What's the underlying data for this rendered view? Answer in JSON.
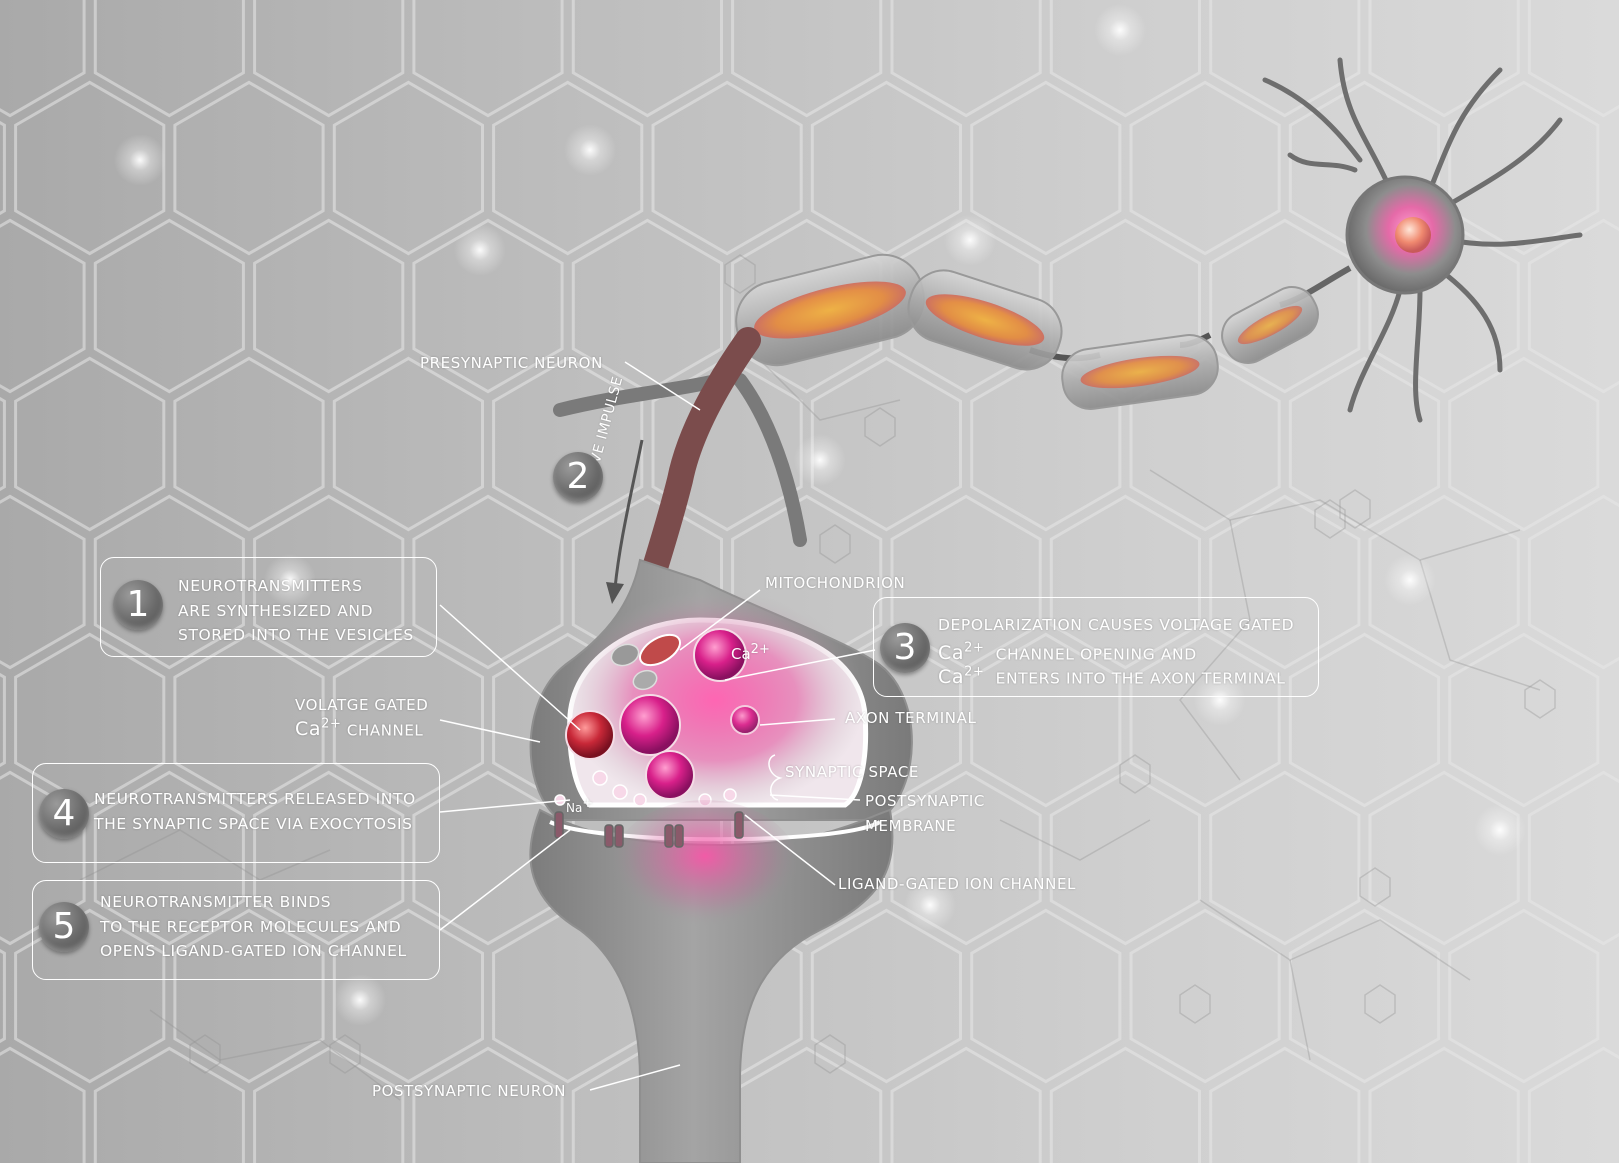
{
  "labels": {
    "presynaptic_neuron": "PRESYNAPTIC NEURON",
    "nerve_impulse": "NERVE IMPULSE",
    "mitochondrion": "MITOCHONDRION",
    "axon_terminal": "AXON TERMINAL",
    "voltage_gated_line1": "VOLATGE GATED",
    "voltage_gated_ca": "Ca",
    "voltage_gated_ca_sup": "2+",
    "voltage_gated_line2": "CHANNEL",
    "synaptic_space": "SYNAPTIC SPACE",
    "postsynaptic_membrane_line1": "POSTSYNAPTIC",
    "postsynaptic_membrane_line2": "MEMBRANE",
    "ligand_gated_ion_channel": "LIGAND-GATED ION CHANNEL",
    "postsynaptic_neuron": "POSTSYNAPTIC NEURON",
    "ca_terminal": "Ca",
    "ca_terminal_sup": "2+",
    "na": "Na",
    "na_sup": "+"
  },
  "steps": [
    {
      "number": "1",
      "lines": [
        "NEUROTRANSMITTERS",
        "ARE SYNTHESIZED AND",
        "STORED INTO THE VESICLES"
      ]
    },
    {
      "number": "2"
    },
    {
      "number": "3",
      "line1": "DEPOLARIZATION CAUSES VOLTAGE GATED",
      "ca": "Ca",
      "ca_sup": "2+",
      "line2": "CHANNEL OPENING AND",
      "line3": "ENTERS INTO THE AXON TERMINAL"
    },
    {
      "number": "4",
      "lines": [
        "NEUROTRANSMITTERS RELEASED INTO",
        "THE SYNAPTIC SPACE VIA EXOCYTOSIS"
      ]
    },
    {
      "number": "5",
      "lines": [
        "NEUROTRANSMITTER BINDS",
        "TO THE RECEPTOR MOLECULES AND",
        "OPENS LIGAND-GATED ION CHANNEL"
      ]
    }
  ],
  "colors": {
    "background_left": "#a9a9a9",
    "background_right": "#dadada",
    "neuron_gray": "#8a8a8a",
    "myelin_orange": "#e39a3a",
    "vesicle_pink": "#e0288a",
    "vesicle_red": "#c8283a",
    "label_white": "#ffffff"
  }
}
